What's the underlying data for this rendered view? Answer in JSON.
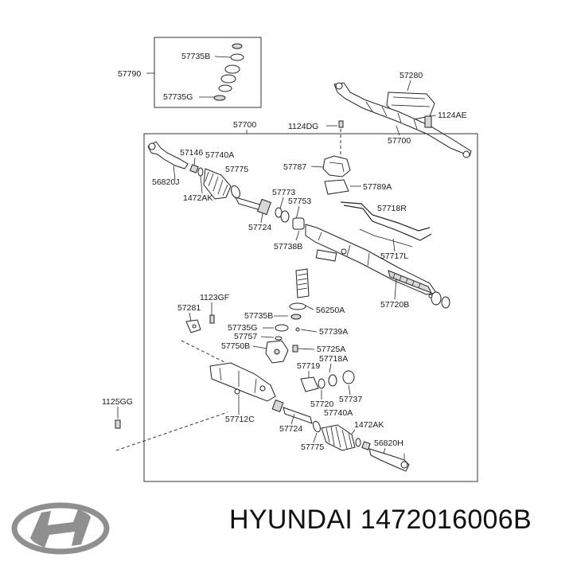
{
  "brand": "HYUNDAI",
  "part_number": "1472016006B",
  "labels": {
    "l57790": "57790",
    "l57735B_top": "57735B",
    "l57735G_top": "57735G",
    "l57280": "57280",
    "l1124AE": "1124AE",
    "l57700_side": "57700",
    "l57700": "57700",
    "l1124DG": "1124DG",
    "l57146": "57146",
    "l57740A_top": "57740A",
    "l56820J": "56820J",
    "l1472AK_top": "1472AK",
    "l57775_top": "57775",
    "l57787": "57787",
    "l57789A": "57789A",
    "l57773": "57773",
    "l57753": "57753",
    "l57724_top": "57724",
    "l57718R": "57718R",
    "l57738B": "57738B",
    "l57717L": "57717L",
    "l57720B": "57720B",
    "l1123GF": "1123GF",
    "l57281": "57281",
    "l57735B": "57735B",
    "l56250A": "56250A",
    "l57735G": "57735G",
    "l57757": "57757",
    "l57739A": "57739A",
    "l57750B": "57750B",
    "l57725A": "57725A",
    "l57718A": "57718A",
    "l57719": "57719",
    "l57737": "57737",
    "l57720": "57720",
    "l57740A": "57740A",
    "l1125GG": "1125GG",
    "l57712C": "57712C",
    "l57724": "57724",
    "l1472AK": "1472AK",
    "l56820H": "56820H",
    "l57775": "57775"
  },
  "colors": {
    "line": "#222222",
    "logo": "#8f8f8f",
    "text": "#111111"
  },
  "icons": [
    "hyundai-logo-icon"
  ]
}
